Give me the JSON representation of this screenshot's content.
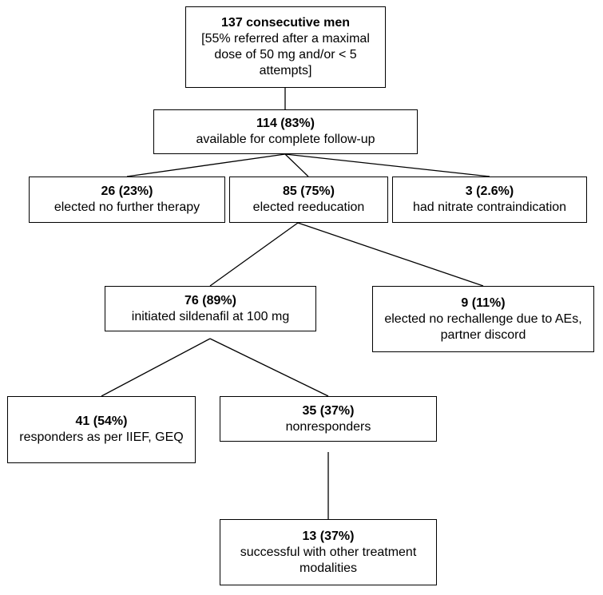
{
  "boxes": {
    "start": {
      "count": "137 consecutive men",
      "desc": "[55% referred after a maximal dose of 50 mg and/or < 5 attempts]"
    },
    "followup": {
      "count": "114 (83%)",
      "desc": "available for complete follow-up"
    },
    "no_therapy": {
      "count": "26 (23%)",
      "desc": "elected no further therapy"
    },
    "reeducation": {
      "count": "85 (75%)",
      "desc": "elected reeducation"
    },
    "nitrate": {
      "count": "3 (2.6%)",
      "desc": "had nitrate contraindication"
    },
    "sildenafil": {
      "count": "76 (89%)",
      "desc": "initiated sildenafil at 100 mg"
    },
    "no_rechallenge": {
      "count": "9 (11%)",
      "desc": "elected no rechallenge due to AEs, partner discord"
    },
    "responders": {
      "count": "41 (54%)",
      "desc": "responders as per IIEF, GEQ"
    },
    "nonresponders": {
      "count": "35 (37%)",
      "desc": "nonresponders"
    },
    "successful": {
      "count": "13 (37%)",
      "desc": "successful with other treatment modalities"
    }
  },
  "edges": [
    {
      "from": "start",
      "to": "followup"
    },
    {
      "from": "followup",
      "to": "no_therapy"
    },
    {
      "from": "followup",
      "to": "reeducation"
    },
    {
      "from": "followup",
      "to": "nitrate"
    },
    {
      "from": "reeducation",
      "to": "sildenafil"
    },
    {
      "from": "reeducation",
      "to": "no_rechallenge"
    },
    {
      "from": "sildenafil",
      "to": "responders"
    },
    {
      "from": "sildenafil",
      "to": "nonresponders"
    },
    {
      "from": "nonresponders",
      "to": "successful"
    }
  ]
}
